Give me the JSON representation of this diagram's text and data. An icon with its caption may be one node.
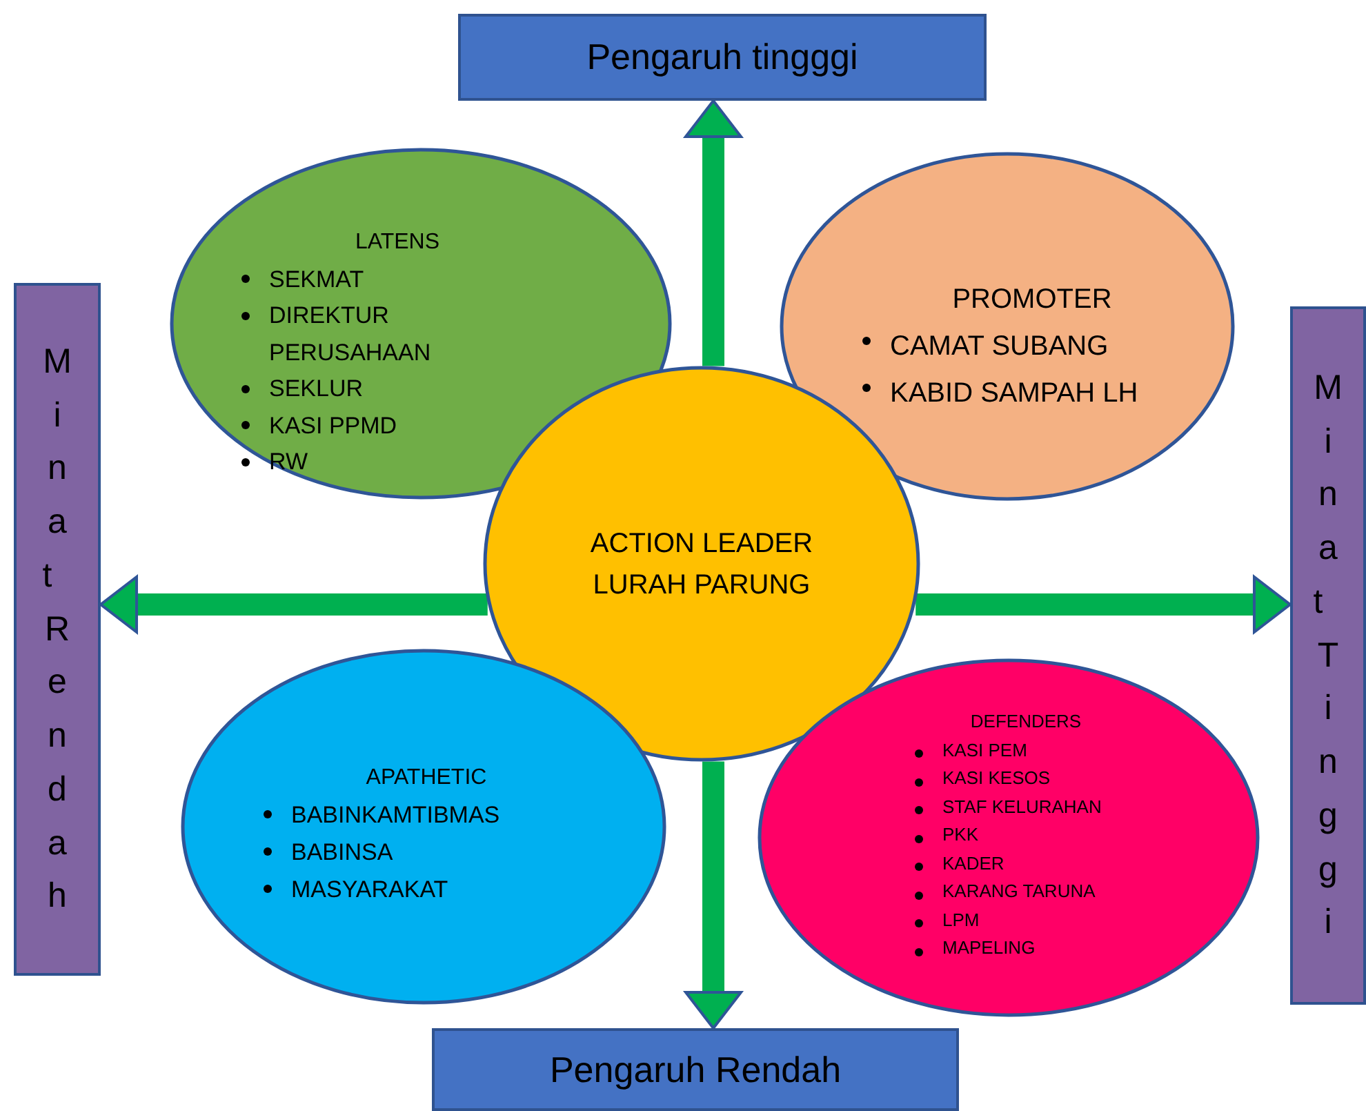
{
  "diagram": {
    "nodes": [
      {
        "text": [
          "Pengaruh tingggi"
        ]
      },
      {
        "text": [
          "Minat Rendah"
        ]
      },
      {
        "text": [
          "Minat Tinggi"
        ]
      },
      {
        "text": [
          "Pengaruh Rendah"
        ]
      },
      {
        "text": [
          "LATENS",
          "SEKMAT",
          "DIREKTUR PERUSAHAAN",
          "SEKLUR",
          "KASI PPMD",
          "RW"
        ]
      },
      {
        "text": [
          "PROMOTER",
          "CAMAT SUBANG",
          "KABID SAMPAH LH"
        ]
      },
      {
        "text": [
          "ACTION LEADER LURAH PARUNG"
        ]
      },
      {
        "text": [
          "APATHETIC",
          "BABINKAMTIBMAS",
          "BABINSA",
          "MASYARAKAT"
        ]
      },
      {
        "text": [
          "DEFENDERS",
          "KASI PEM",
          "KASI KESOS",
          "STAF KELURAHAN",
          "PKK",
          "KADER",
          "KARANG TARUNA",
          "LPM",
          "MAPELING"
        ]
      }
    ],
    "edges": [
      {
        "from": 6,
        "to": 0,
        "arrow": "to"
      },
      {
        "from": 6,
        "to": 1,
        "arrow": "to"
      },
      {
        "from": 6,
        "to": 2,
        "arrow": "to"
      },
      {
        "from": 6,
        "to": 3,
        "arrow": "to"
      }
    ]
  }
}
